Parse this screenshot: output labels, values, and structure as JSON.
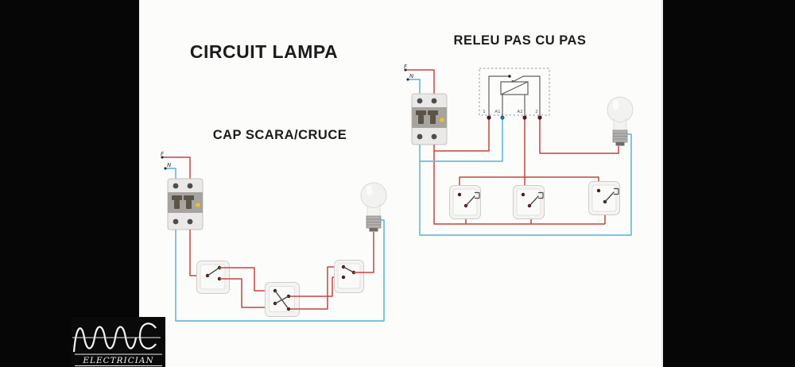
{
  "titles": {
    "main": "CIRCUIT LAMPA",
    "left_diagram": "CAP SCARA/CRUCE",
    "right_diagram": "RELEU PAS CU PAS"
  },
  "wire_labels": {
    "left_breaker": {
      "phase": "F",
      "neutral": "N"
    },
    "right_breaker": {
      "phase": "F",
      "neutral": "N"
    }
  },
  "relay": {
    "terminals": [
      "1",
      "A1",
      "A2",
      "2"
    ]
  },
  "logo": {
    "brand": "MAC",
    "subtitle": "ELECTRICIAN"
  },
  "icons": {
    "breaker": "two-pole-circuit-breaker-icon",
    "bulb": "incandescent-bulb-icon",
    "two_way_switch": "two-way-switch-icon",
    "cross_switch": "cross-switch-icon",
    "push_button": "push-button-icon",
    "relay": "step-relay-coil-icon",
    "logo_wave": "sine-wave-logo-icon"
  },
  "colors": {
    "phase": "#c5443c",
    "neutral": "#6cbade",
    "bg": "#060606",
    "canvas": "#fcfcfb"
  }
}
